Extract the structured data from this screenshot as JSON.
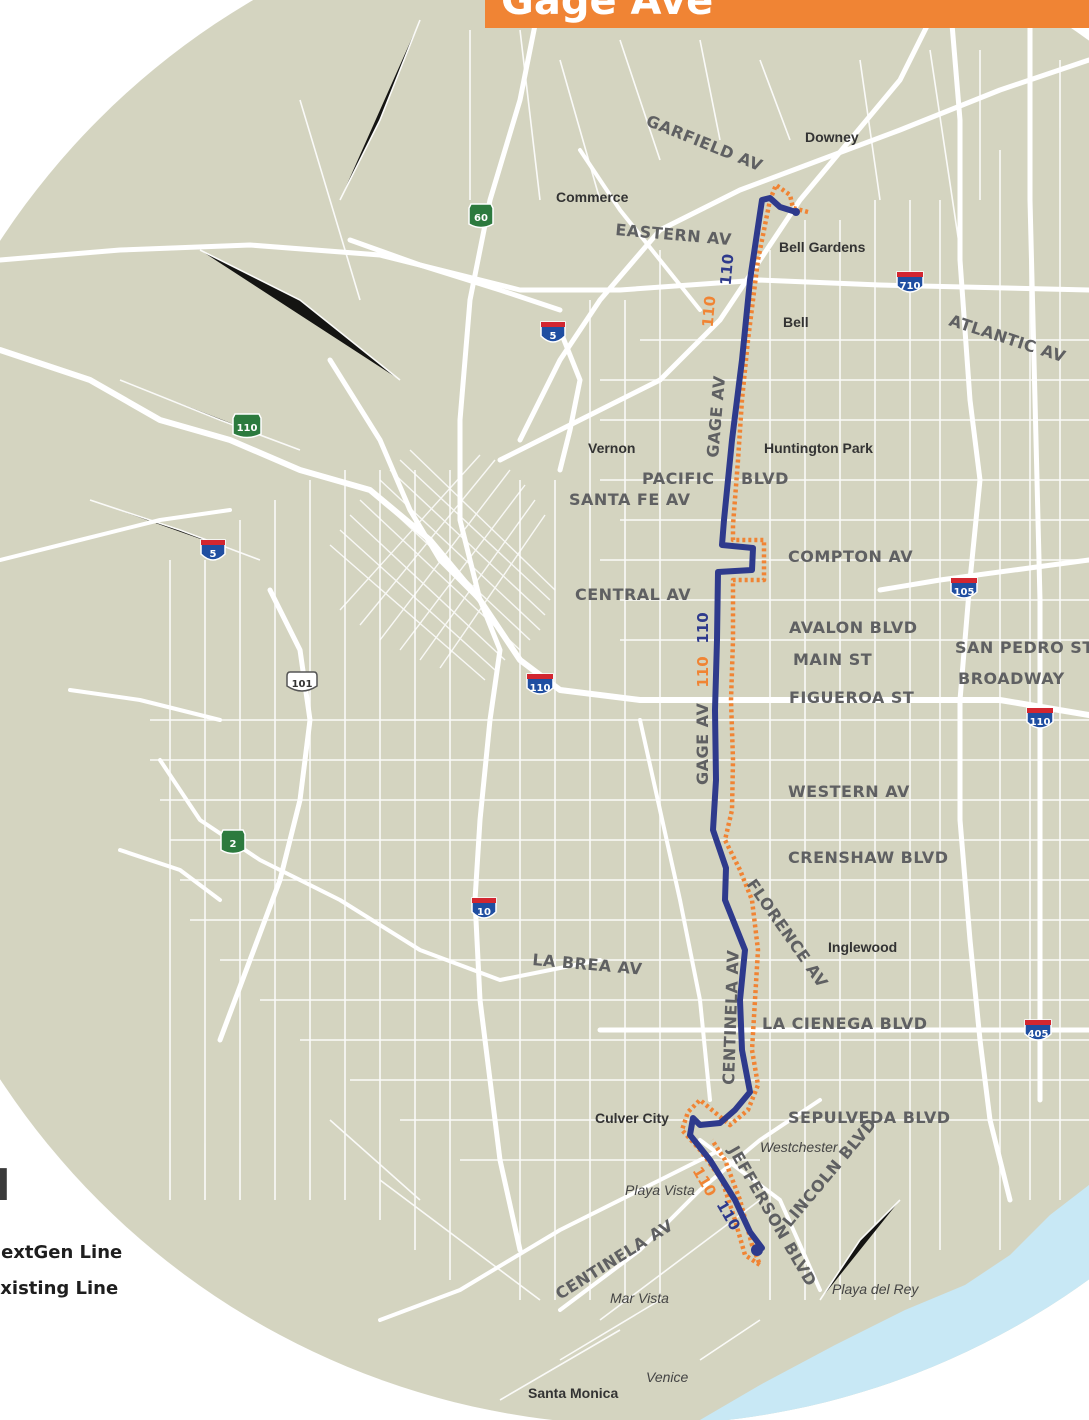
{
  "title": "Gage Ave",
  "legend": {
    "title": "N",
    "items": [
      {
        "label": "NextGen Line",
        "color": "#2e3a8c"
      },
      {
        "label": "Existing Line",
        "color": "#f08434"
      }
    ]
  },
  "colors": {
    "nextgen": "#2e3a8c",
    "existing": "#f08434",
    "land": "#d4d4c0",
    "water": "#c8e8f5",
    "road": "#ffffff"
  },
  "route_labels": {
    "nextgen": "110",
    "existing": "110"
  },
  "cities": {
    "downey": "Downey",
    "commerce": "Commerce",
    "bell_gardens": "Bell Gardens",
    "bell": "Bell",
    "vernon": "Vernon",
    "huntington_park": "Huntington Park",
    "inglewood": "Inglewood",
    "culver_city": "Culver City",
    "santa_monica": "Santa Monica"
  },
  "neighborhoods": {
    "westchester": "Westchester",
    "playa_vista": "Playa Vista",
    "mar_vista": "Mar Vista",
    "venice": "Venice",
    "playa_del_rey": "Playa del Rey"
  },
  "streets": {
    "garfield": "GARFIELD AV",
    "eastern": "EASTERN AV",
    "atlantic": "ATLANTIC AV",
    "gage_north": "GAGE AV",
    "pacific": "PACIFIC",
    "blvd": "BLVD",
    "santa_fe": "SANTA FE AV",
    "compton": "COMPTON AV",
    "central": "CENTRAL AV",
    "avalon": "AVALON BLVD",
    "main": "MAIN ST",
    "san_pedro": "SAN PEDRO ST",
    "broadway": "BROADWAY",
    "figueroa": "FIGUEROA ST",
    "gage_south": "GAGE AV",
    "western": "WESTERN AV",
    "crenshaw": "CRENSHAW BLVD",
    "florence": "FLORENCE AV",
    "la_brea": "LA BREA AV",
    "centinela_north": "CENTINELA AV",
    "la_cienega": "LA CIENEGA BLVD",
    "sepulveda": "SEPULVEDA BLVD",
    "lincoln": "LINCOLN BLVD",
    "jefferson": "JEFFERSON BLVD",
    "centinela_south": "CENTINELA AV"
  },
  "shields": {
    "ca60": "60",
    "i5_north": "5",
    "i710": "710",
    "ca110": "110",
    "i5_west": "5",
    "i105": "105",
    "us101": "101",
    "i110_center": "110",
    "i110_east": "110",
    "ca2": "2",
    "i10": "10",
    "i405": "405"
  }
}
